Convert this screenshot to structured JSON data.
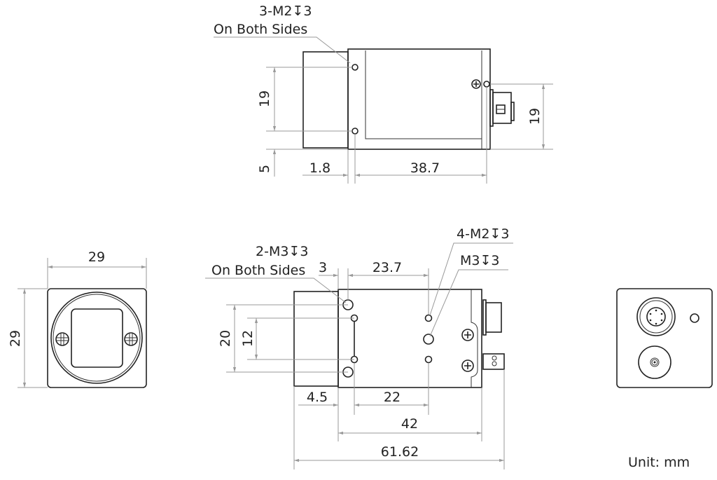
{
  "unit_label": "Unit: mm",
  "side_top_view": {
    "callout_thread": "3-M2↧3",
    "callout_sides": "On Both Sides",
    "dim_hole_spacing_left": "19",
    "dim_bottom_offset": "5",
    "dim_front_offset": "1.8",
    "dim_hole_span": "38.7",
    "dim_hole_spacing_right": "19"
  },
  "front_view": {
    "dim_width": "29",
    "dim_height": "29"
  },
  "side_bottom_view": {
    "callout_thread_left": "2-M3↧3",
    "callout_sides": "On Both Sides",
    "callout_thread_right_small": "4-M2↧3",
    "callout_thread_right_large": "M3↧3",
    "dim_front_hole": "3",
    "dim_hole_span_top": "23.7",
    "dim_large_hole_spacing": "20",
    "dim_small_hole_spacing": "12",
    "dim_lens_depth": "4.5",
    "dim_small_hole_span": "22",
    "dim_body_length": "42",
    "dim_total_length": "61.62"
  }
}
